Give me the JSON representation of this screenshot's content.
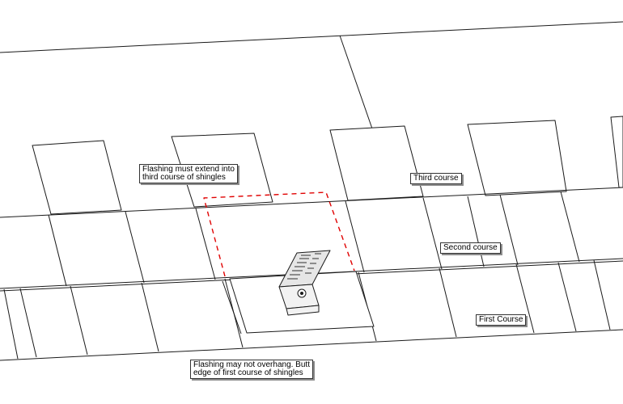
{
  "callouts": {
    "flashing_extend": "Flashing must extend into\nthird course of shingles",
    "third_course": "Third course",
    "second_course": "Second course",
    "first_course": "First Course",
    "flashing_overhang": "Flashing may not overhang. Butt\nedge of first course of shingles"
  },
  "colors": {
    "line": "#1a1a1a",
    "dashed_outline": "#e00000",
    "background": "#ffffff"
  },
  "icons": [
    "mounting-bracket-icon",
    "lag-bolt-icon"
  ]
}
